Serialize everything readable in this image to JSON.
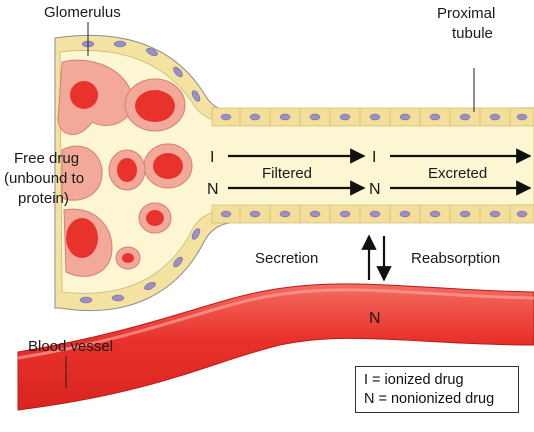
{
  "labels": {
    "glomerulus": "Glomerulus",
    "proximal_line1": "Proximal",
    "proximal_line2": "tubule",
    "free_drug_line1": "Free drug",
    "free_drug_line2": "(unbound to",
    "free_drug_line3": "protein)",
    "filtered": "Filtered",
    "excreted": "Excreted",
    "secretion": "Secretion",
    "reabsorption": "Reabsorption",
    "blood_vessel": "Blood vessel"
  },
  "symbols": {
    "ionized_left": "I",
    "nonionized_left": "N",
    "ionized_mid": "I",
    "nonionized_mid": "N",
    "vessel_drug": "N"
  },
  "legend": {
    "ionized": "I = ionized drug",
    "nonionized": "N = nonionized drug"
  },
  "colors": {
    "tubule_fill": "#fdf3c4",
    "tubule_wall": "#f3df9a",
    "nucleus": "#9b8fc4",
    "blood": "#e8312b",
    "blood_light": "#f7847c",
    "capillary": "#f2a99a",
    "arrow": "#111111"
  }
}
